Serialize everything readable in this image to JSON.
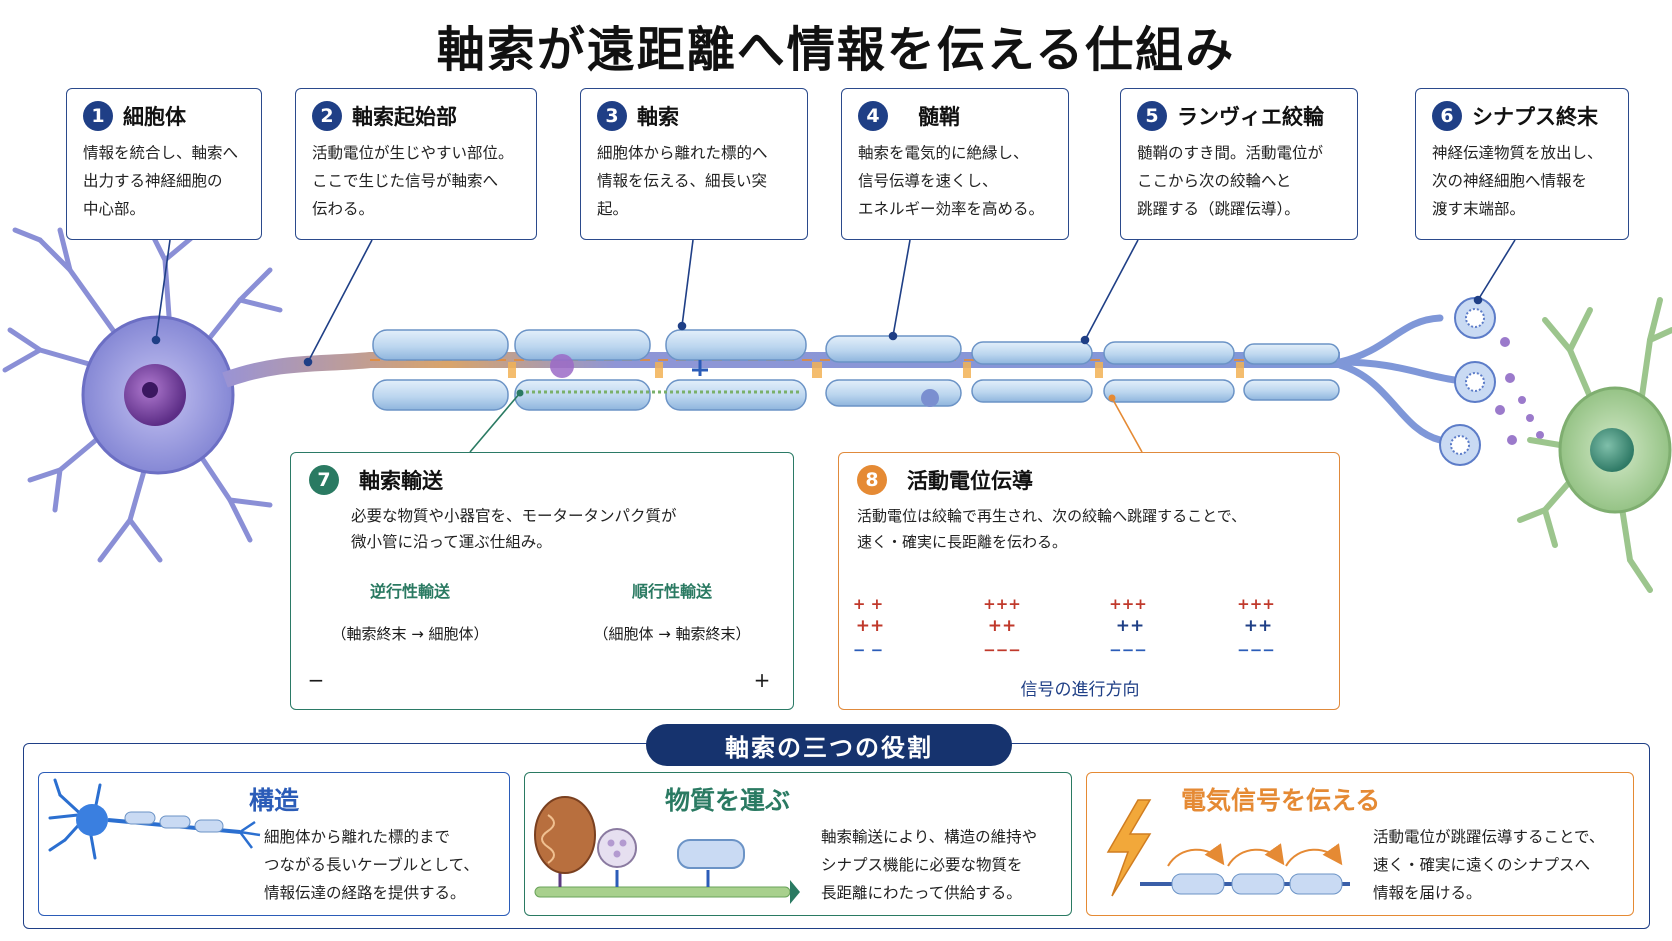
{
  "title": "軸索が遠距離へ情報を伝える仕組み",
  "callouts": [
    {
      "num": "1",
      "title": "細胞体",
      "body": "情報を統合し、軸索へ\n出力する神経細胞の\n中心部。"
    },
    {
      "num": "2",
      "title": "軸索起始部",
      "body": "活動電位が生じやすい部位。\nここで生じた信号が軸索へ\n伝わる。"
    },
    {
      "num": "3",
      "title": "軸索",
      "body": "細胞体から離れた標的へ\n情報を伝える、細長い突起。"
    },
    {
      "num": "4",
      "title": "髄鞘",
      "body": "軸索を電気的に絶縁し、\n信号伝導を速くし、\nエネルギー効率を高める。"
    },
    {
      "num": "5",
      "title": "ランヴィエ絞輪",
      "body": "髄鞘のすき間。活動電位が\nここから次の絞輪へと\n跳躍する（跳躍伝導）。"
    },
    {
      "num": "6",
      "title": "シナプス終末",
      "body": "神経伝達物質を放出し、\n次の神経細胞へ情報を\n渡す末端部。"
    }
  ],
  "transport": {
    "num": "7",
    "title": "軸索輸送",
    "body": "必要な物質や小器官を、モータータンパク質が\n微小管に沿って運ぶ仕組み。",
    "retro_title": "逆行性輸送",
    "retro_sub": "（軸索終末 → 細胞体）",
    "antero_title": "順行性輸送",
    "antero_sub": "（細胞体 → 軸索終末）",
    "minus": "−",
    "plus": "+"
  },
  "conduction": {
    "num": "8",
    "title": "活動電位伝導",
    "body": "活動電位は絞輪で再生され、次の絞輪へ跳躍することで、\n速く・確実に長距離を伝わる。",
    "direction": "信号の進行方向",
    "charges_top": [
      "+ +",
      "+++",
      "+++",
      "+++"
    ],
    "charges_mid": [
      "++",
      "++",
      "++",
      "++"
    ],
    "charges_bot": [
      "− −",
      "−−−",
      "−−−",
      "−−−"
    ]
  },
  "roles": {
    "title": "軸索の三つの役割",
    "items": [
      {
        "title": "構造",
        "body": "細胞体から離れた標的まで\nつながる長いケーブルとして、\n情報伝達の経路を提供する。",
        "color": "#2b5cb8"
      },
      {
        "title": "物質を運ぶ",
        "body": "軸索輸送により、構造の維持や\nシナプス機能に必要な物質を\n長距離にわたって供給する。",
        "color": "#2a7a62"
      },
      {
        "title": "電気信号を伝える",
        "body": "活動電位が跳躍伝導することで、\n速く・確実に遠くのシナプスへ\n情報を届ける。",
        "color": "#e58a34"
      }
    ]
  },
  "colors": {
    "navy": "#1f3f86",
    "teal": "#2a7a62",
    "orange": "#e58a34",
    "myelin": "#bcd6ef",
    "neuron": "#8d8fd8",
    "neuron2": "#9cc58d"
  }
}
